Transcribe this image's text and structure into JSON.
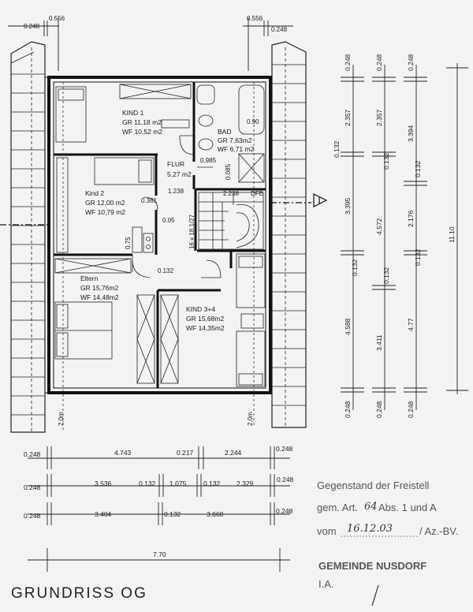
{
  "title": "GRUNDRISS OG",
  "rooms": {
    "kind1": {
      "name": "KIND 1",
      "gr": "GR 11,18 m2",
      "wf": "WF 10,52 m2"
    },
    "bad": {
      "name": "BAD",
      "gr": "GR 7,63m2",
      "wf": "WF 6,71 m2"
    },
    "flur": {
      "name": "FLUR",
      "area": "5,27 m2"
    },
    "kind2": {
      "name": "Kind 2",
      "gr": "GR 12,00 m2",
      "wf": "WF 10,79 m2"
    },
    "eltern": {
      "name": "Eltern",
      "gr": "GR 15,76m2",
      "wf": "WF 14,48m2"
    },
    "kind34": {
      "name": "KIND 3+4",
      "gr": "GR 15,68m2",
      "wf": "WF 14,35m2"
    }
  },
  "labels": {
    "stair": "16 x 18,1/27",
    "l_0985": "0.985",
    "l_0085": "0.085",
    "l_1238": "1.238",
    "l_2238": "2.238",
    "l_0361": "0.361",
    "l_005": "0.05",
    "l_075": "0.75",
    "l_0132": "0.132",
    "l_090": "0.90",
    "l_dfe": "DFE",
    "l_2m_left": "2,0m",
    "l_2m_right": "2,0m"
  },
  "top_dims": {
    "left_a": "0.248",
    "left_b": "0.556",
    "right_b": "0.556",
    "right_a": "0.248"
  },
  "bottom_dims": {
    "row1": [
      "0.248",
      "4.743",
      "0.217",
      "2.244",
      "0.248"
    ],
    "row2": [
      "0.248",
      "3.536",
      "0.132",
      "1.075",
      "0.132",
      "2.329",
      "0.248"
    ],
    "row3": [
      "0.248",
      "3.404",
      "0.132",
      "3.668",
      "0.248"
    ],
    "total": "7.70"
  },
  "right_dims": {
    "col1": [
      "0.248",
      "2.357",
      "0.132",
      "3.395",
      "0.132",
      "4.588",
      "0.248"
    ],
    "col2": [
      "0.248",
      "2.357",
      "0.132",
      "4.572",
      "0.132",
      "3.411",
      "0.248"
    ],
    "col3": [
      "0.248",
      "3.394",
      "0.132",
      "2.176",
      "0.132",
      "4.77",
      "0.248"
    ],
    "total": "11.10"
  },
  "stamp": {
    "line1": "Gegenstand der Freistell",
    "line2_pre": "gem. Art.",
    "line2_hand": "64",
    "line2_post": "Abs. 1 und A",
    "line3_pre": "vom",
    "line3_hand": "16.12.03",
    "line3_post": "/ Az.-BV.",
    "gemeinde": "GEMEINDE NUSDORF",
    "ia": "I.A."
  }
}
